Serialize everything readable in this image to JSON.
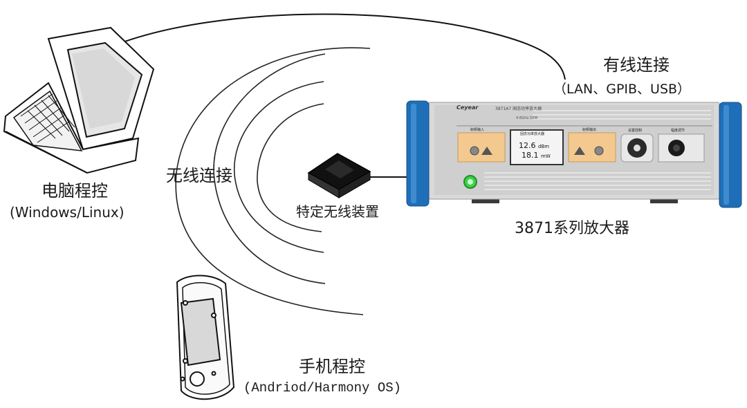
{
  "labels": {
    "pc_title": "电脑程控",
    "pc_os": "(Windows/Linux)",
    "wireless_conn": "无线连接",
    "wired_title": "有线连接",
    "wired_detail": "（LAN、GPIB、USB）",
    "wireless_device": "特定无线装置",
    "amplifier": "3871系列放大器",
    "phone_title": "手机程控",
    "phone_os": "(Andriod/Harmony OS)"
  },
  "instrument": {
    "brand": "Ceyear",
    "model": "3871A7 固态功率放大器",
    "range": "4-8GHz 50W",
    "input_label": "射频输入",
    "display_title": "固态功率放大器",
    "display_dbm": "12.6",
    "display_dbm_unit": "dBm",
    "display_mw": "18.1",
    "display_mw_unit": "mW",
    "output_label": "射频输出",
    "nav_label": "设置控制",
    "knob_label": "幅度调节"
  },
  "colors": {
    "handle_blue": "#1e6fb8",
    "panel_orange": "#f3c98f",
    "power_green": "#3fd04a",
    "line": "#222222"
  }
}
